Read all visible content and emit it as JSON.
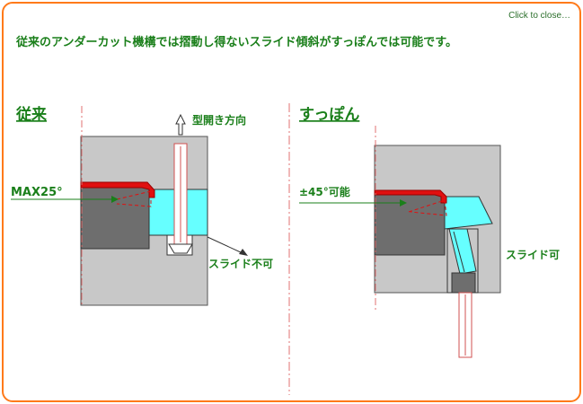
{
  "close_label": "Click to close…",
  "heading": "従来のアンダーカット機構では摺動し得ないスライド傾斜がすっぽんでは可能です。",
  "left_panel": {
    "title": "従来",
    "mold_open_label": "型開き方向",
    "angle_label": "MAX25°",
    "slide_label": "スライド不可"
  },
  "right_panel": {
    "title": "すっぽん",
    "angle_label": "±45°可能",
    "slide_label": "スライド可"
  },
  "colors": {
    "frame": "#ff7a1a",
    "text_green": "#1a7f1a",
    "mold_gray": "#c8c8c8",
    "core_dark": "#6e6e6e",
    "slide_cyan": "#66ffff",
    "product_red": "#e01010"
  }
}
